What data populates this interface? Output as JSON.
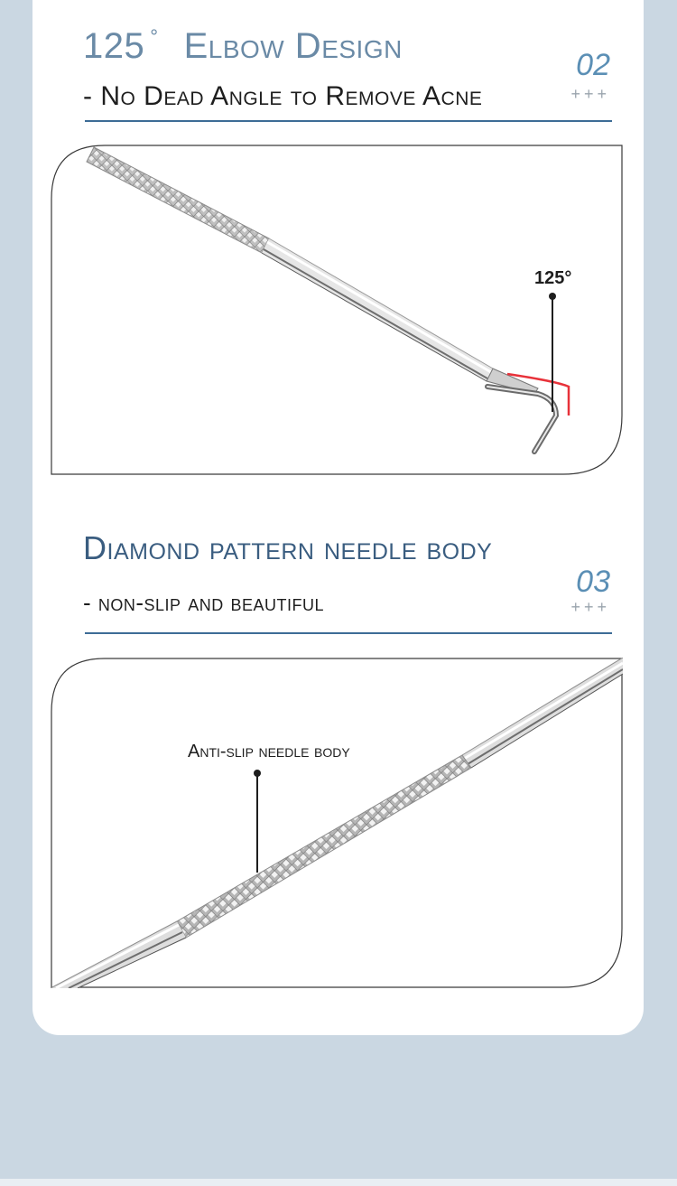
{
  "section1": {
    "angle": "125",
    "degree_symbol": "°",
    "title": "Elbow Design",
    "subtitle": "- No Dead Angle to Remove Acne",
    "number": "02",
    "plus": "+++",
    "callout": "125°"
  },
  "section2": {
    "title": "Diamond pattern needle body",
    "subtitle": "- non-slip and beautiful",
    "number": "03",
    "plus": "+++",
    "callout": "Anti-slip needle body"
  },
  "colors": {
    "page_background": "#cad7e2",
    "card": "#ffffff",
    "heading_light": "#6a8aa6",
    "heading_dark": "#3a5d80",
    "badge": "#5b8fb5",
    "rule": "#3d6c96",
    "angle_highlight": "#e8323a"
  },
  "icons": [
    "needle-hook-illustration",
    "needle-knurled-illustration"
  ]
}
